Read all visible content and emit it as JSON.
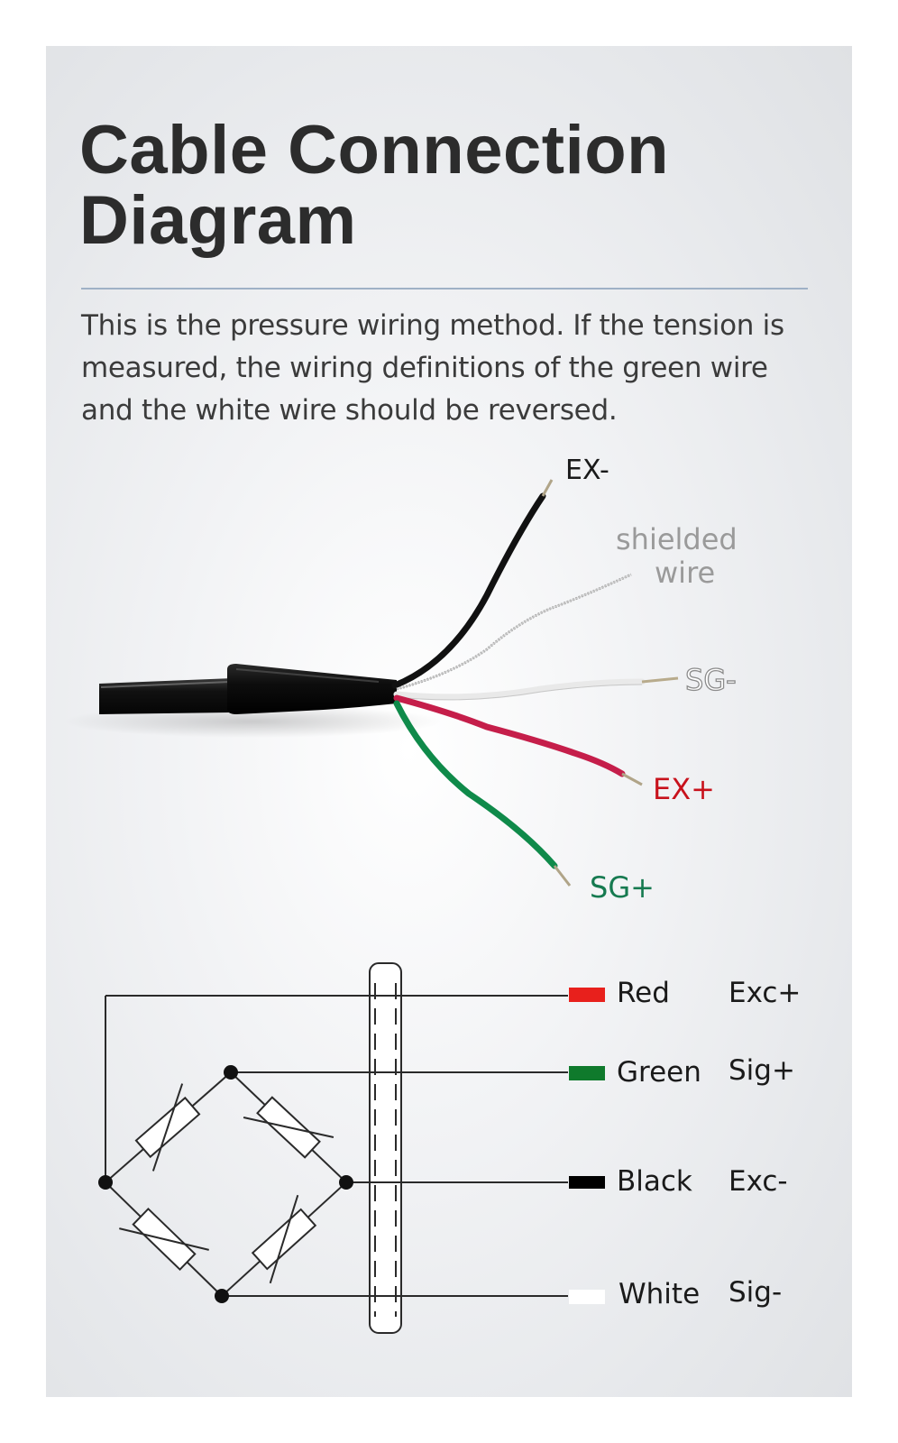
{
  "title": {
    "line1": "Cable Connection",
    "line2": "Diagram"
  },
  "description": "This is the pressure wiring method. If the tension is measured, the wiring definitions of the green wire and the white wire should be reversed.",
  "photo_labels": {
    "ex_minus": "EX-",
    "shielded_line1": "shielded",
    "shielded_line2": "wire",
    "sg_minus": "SG-",
    "ex_plus": "EX+",
    "sg_plus": "SG+"
  },
  "legend": [
    {
      "color_name": "Red",
      "signal": "Exc+",
      "swatch": "#e8201c"
    },
    {
      "color_name": "Green",
      "signal": "Sig+",
      "swatch": "#0f7a2c"
    },
    {
      "color_name": "Black",
      "signal": "Exc-",
      "swatch": "#000000"
    },
    {
      "color_name": "White",
      "signal": "Sig-",
      "swatch": "#ffffff"
    }
  ],
  "colors": {
    "ex_plus_label": "#c8121c",
    "sg_plus_label": "#167a50",
    "shielded_label": "#9a9a9a",
    "ex_minus_label": "#1a1a1a"
  }
}
